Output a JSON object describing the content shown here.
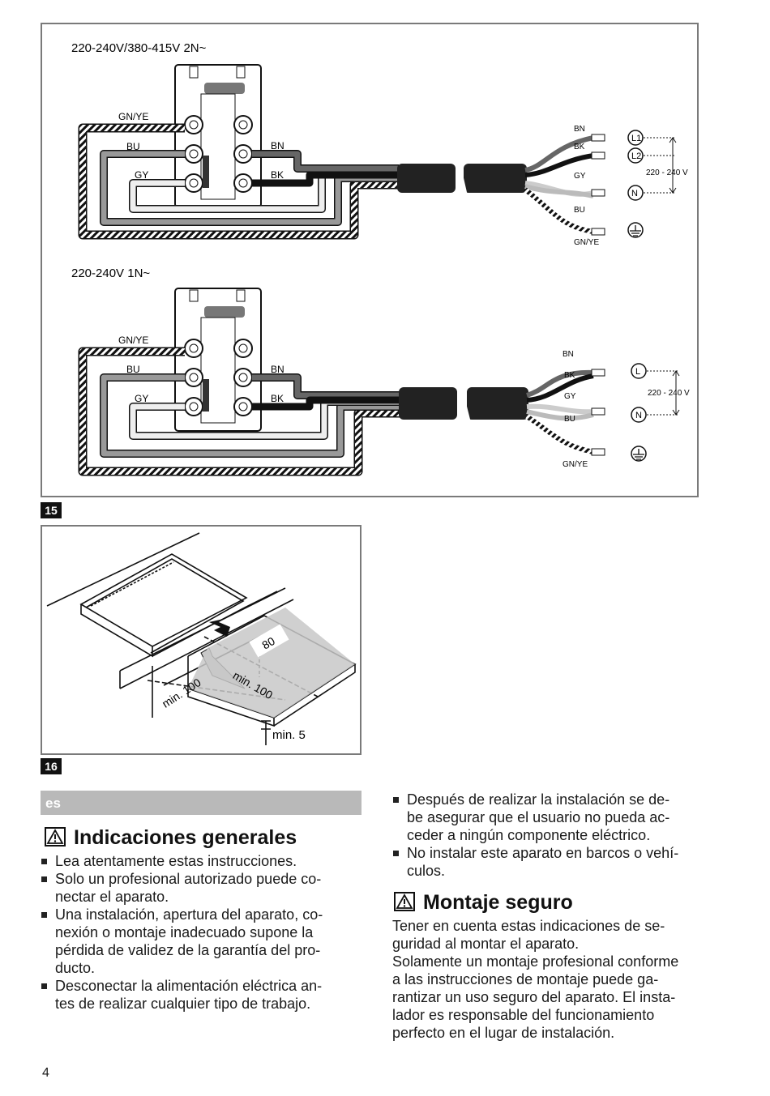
{
  "figures": {
    "fig15": {
      "number": "15",
      "top_title": "220-240V/380-415V 2N~",
      "bottom_title": "220-240V 1N~",
      "wire_labels": {
        "gnye": "GN/YE",
        "bu": "BU",
        "gy": "GY",
        "bn": "BN",
        "bk": "BK"
      },
      "terminals_top": [
        "L1",
        "L2",
        "N"
      ],
      "terminals_bottom": [
        "L",
        "N"
      ],
      "voltage": "220 - 240 V"
    },
    "fig16": {
      "number": "16",
      "dim_80": "80",
      "dim_min100_a": "min. 100",
      "dim_min100_b": "min. 100",
      "dim_min5": "min. 5"
    }
  },
  "language_tag": "es",
  "section1": {
    "title": "Indicaciones generales",
    "items": [
      "Lea atentamente estas instrucciones.",
      "Solo un profesional autorizado puede co-\nnectar el aparato.",
      "Una instalación, apertura del aparato, co-\nnexión o montaje inadecuado supone la\npérdida de validez de la garantía del pro-\nducto.",
      "Desconectar la alimentación eléctrica an-\ntes de realizar cualquier tipo de trabajo."
    ]
  },
  "section1_cont": {
    "items": [
      "Después de realizar la instalación se de-\nbe asegurar que el usuario no pueda ac-\nceder a ningún componente eléctrico.",
      "No instalar este aparato en barcos o vehí-\nculos."
    ]
  },
  "section2": {
    "title": "Montaje seguro",
    "para1": "Tener en cuenta estas indicaciones de se-\nguridad al montar el aparato.",
    "para2": "Solamente un montaje profesional conforme\na las instrucciones de montaje puede ga-\nrantizar un uso seguro del aparato. El insta-\nlador es responsable del funcionamiento\nperfecto en el lugar de instalación."
  },
  "page_number": "4"
}
